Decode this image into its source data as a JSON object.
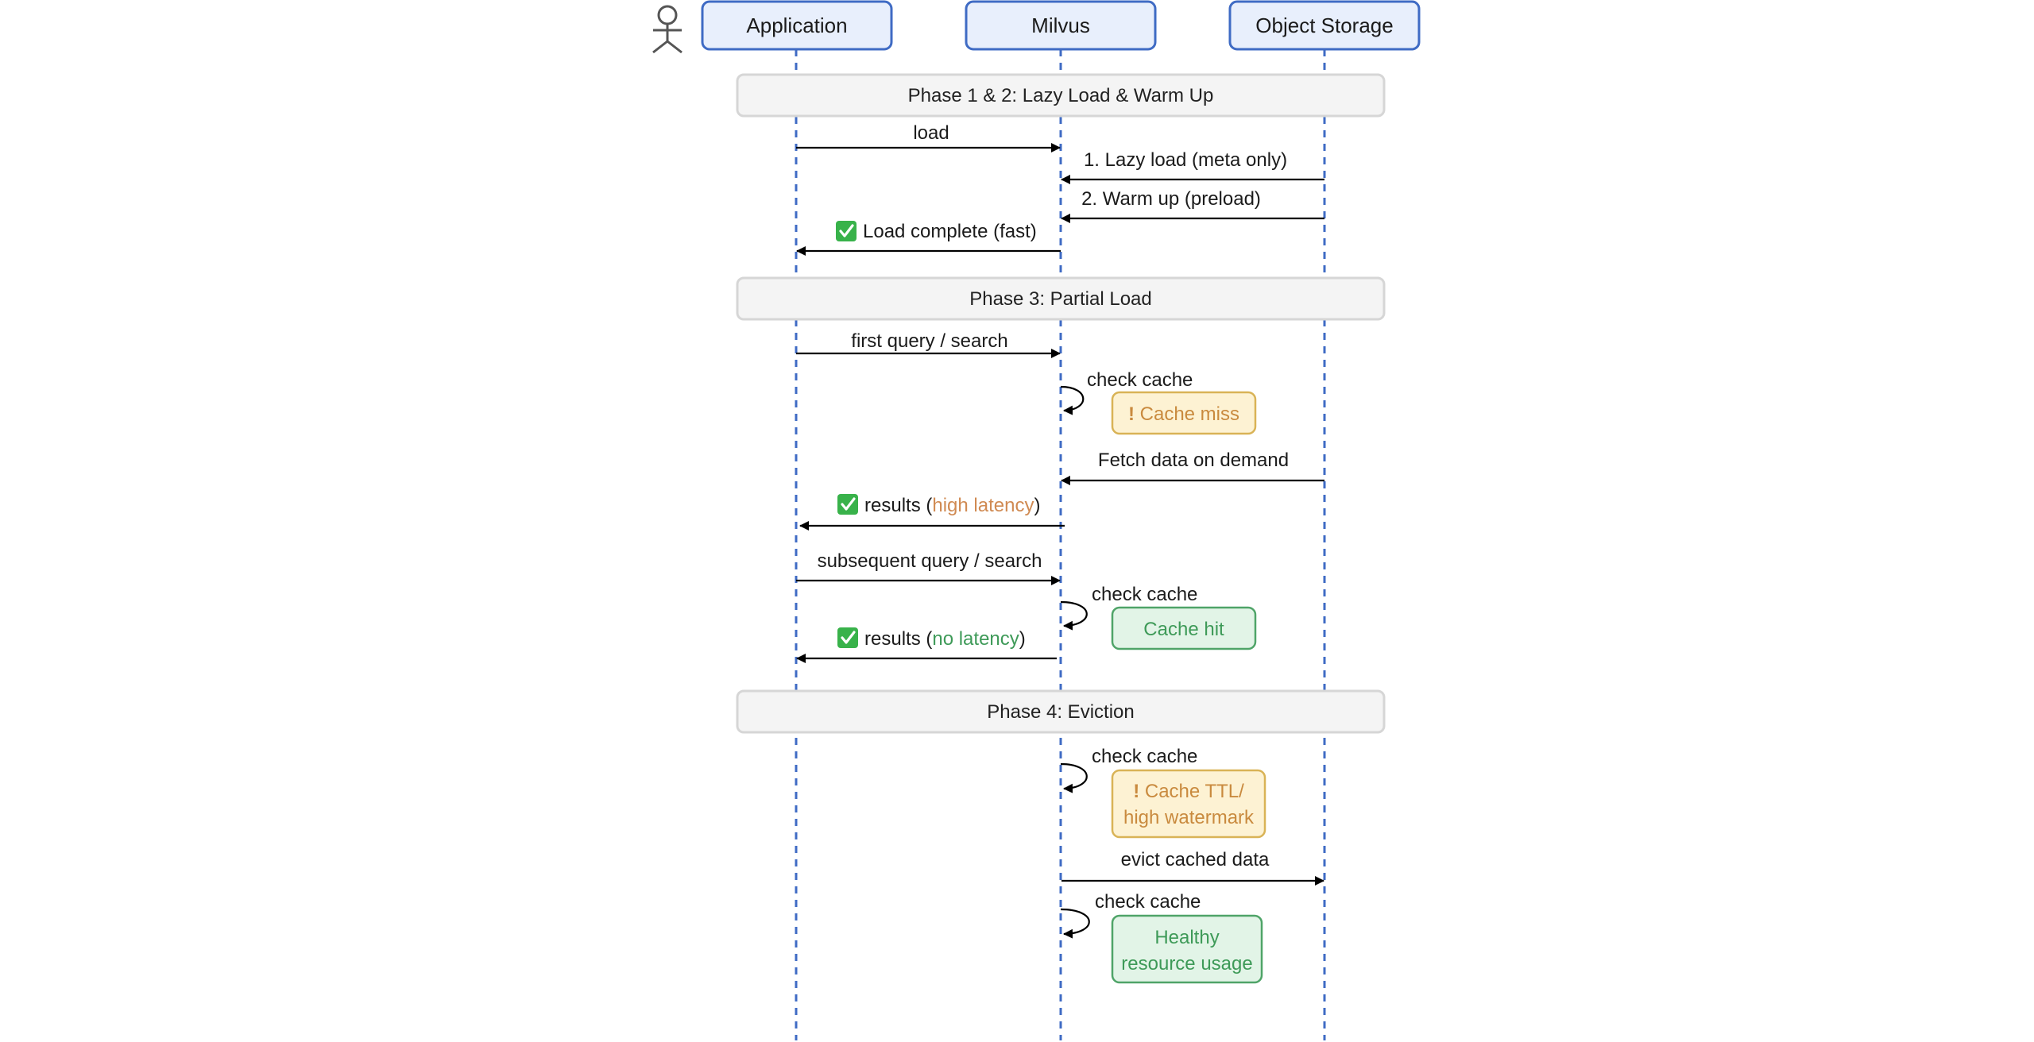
{
  "actors": [
    {
      "id": "app",
      "label": "Application"
    },
    {
      "id": "milvus",
      "label": "Milvus"
    },
    {
      "id": "storage",
      "label": "Object Storage"
    }
  ],
  "phases": [
    {
      "label": "Phase 1 & 2: Lazy Load & Warm Up"
    },
    {
      "label": "Phase 3: Partial Load"
    },
    {
      "label": "Phase 4: Eviction"
    }
  ],
  "messages": {
    "load": "load",
    "lazy_load": "1. Lazy load (meta only)",
    "warm_up": "2. Warm up (preload)",
    "load_complete": "Load complete (fast)",
    "first_query": "first query / search",
    "check_cache_1": "check cache",
    "fetch_data": "Fetch data on demand",
    "results_1_prefix": "results (",
    "results_1_highlight": "high latency",
    "results_1_suffix": ")",
    "subsequent_query": "subsequent query / search",
    "check_cache_2": "check cache",
    "results_2_prefix": "results (",
    "results_2_highlight": "no latency",
    "results_2_suffix": ")",
    "check_cache_3": "check cache",
    "evict": "evict cached data",
    "check_cache_4": "check cache"
  },
  "notes": {
    "cache_miss_mark": "!",
    "cache_miss": "Cache miss",
    "cache_hit": "Cache hit",
    "cache_ttl_mark": "!",
    "cache_ttl_line1": "Cache TTL/",
    "cache_ttl_line2": "high watermark",
    "healthy_line1": "Healthy",
    "healthy_line2": "resource usage"
  },
  "colors": {
    "lifeline": "#3f6bc4",
    "actor_fill": "#e8effc",
    "warn_text": "#c98a3e",
    "ok_text": "#3e9a58",
    "checkmark": "#38b24a"
  }
}
